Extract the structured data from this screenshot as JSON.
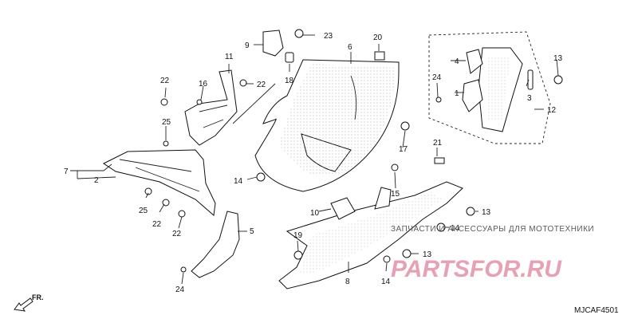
{
  "callouts": {
    "c1": "1",
    "c2": "2",
    "c3": "3",
    "c4": "4",
    "c5": "5",
    "c6": "6",
    "c7": "7",
    "c8": "8",
    "c9": "9",
    "c10": "10",
    "c11": "11",
    "c12": "12",
    "c13a": "13",
    "c13b": "13",
    "c13c": "13",
    "c14a": "14",
    "c14b": "14",
    "c14c": "14",
    "c15": "15",
    "c16": "16",
    "c17": "17",
    "c18": "18",
    "c19": "19",
    "c20": "20",
    "c21": "21",
    "c22a": "22",
    "c22b": "22",
    "c22c": "22",
    "c22d": "22",
    "c23": "23",
    "c24a": "24",
    "c24b": "24",
    "c25a": "25",
    "c25b": "25"
  },
  "watermark": {
    "ru_text": "ЗАПЧАСТИ И АКСЕССУАРЫ ДЛЯ МОТОТЕХНИКИ",
    "logo_text": "PARTSFOR.RU"
  },
  "direction": "FR.",
  "diagram_code": "MJCAF4501",
  "colors": {
    "logo": "#e8a0b4",
    "line": "#111111",
    "dots": "#9a9a9a"
  }
}
